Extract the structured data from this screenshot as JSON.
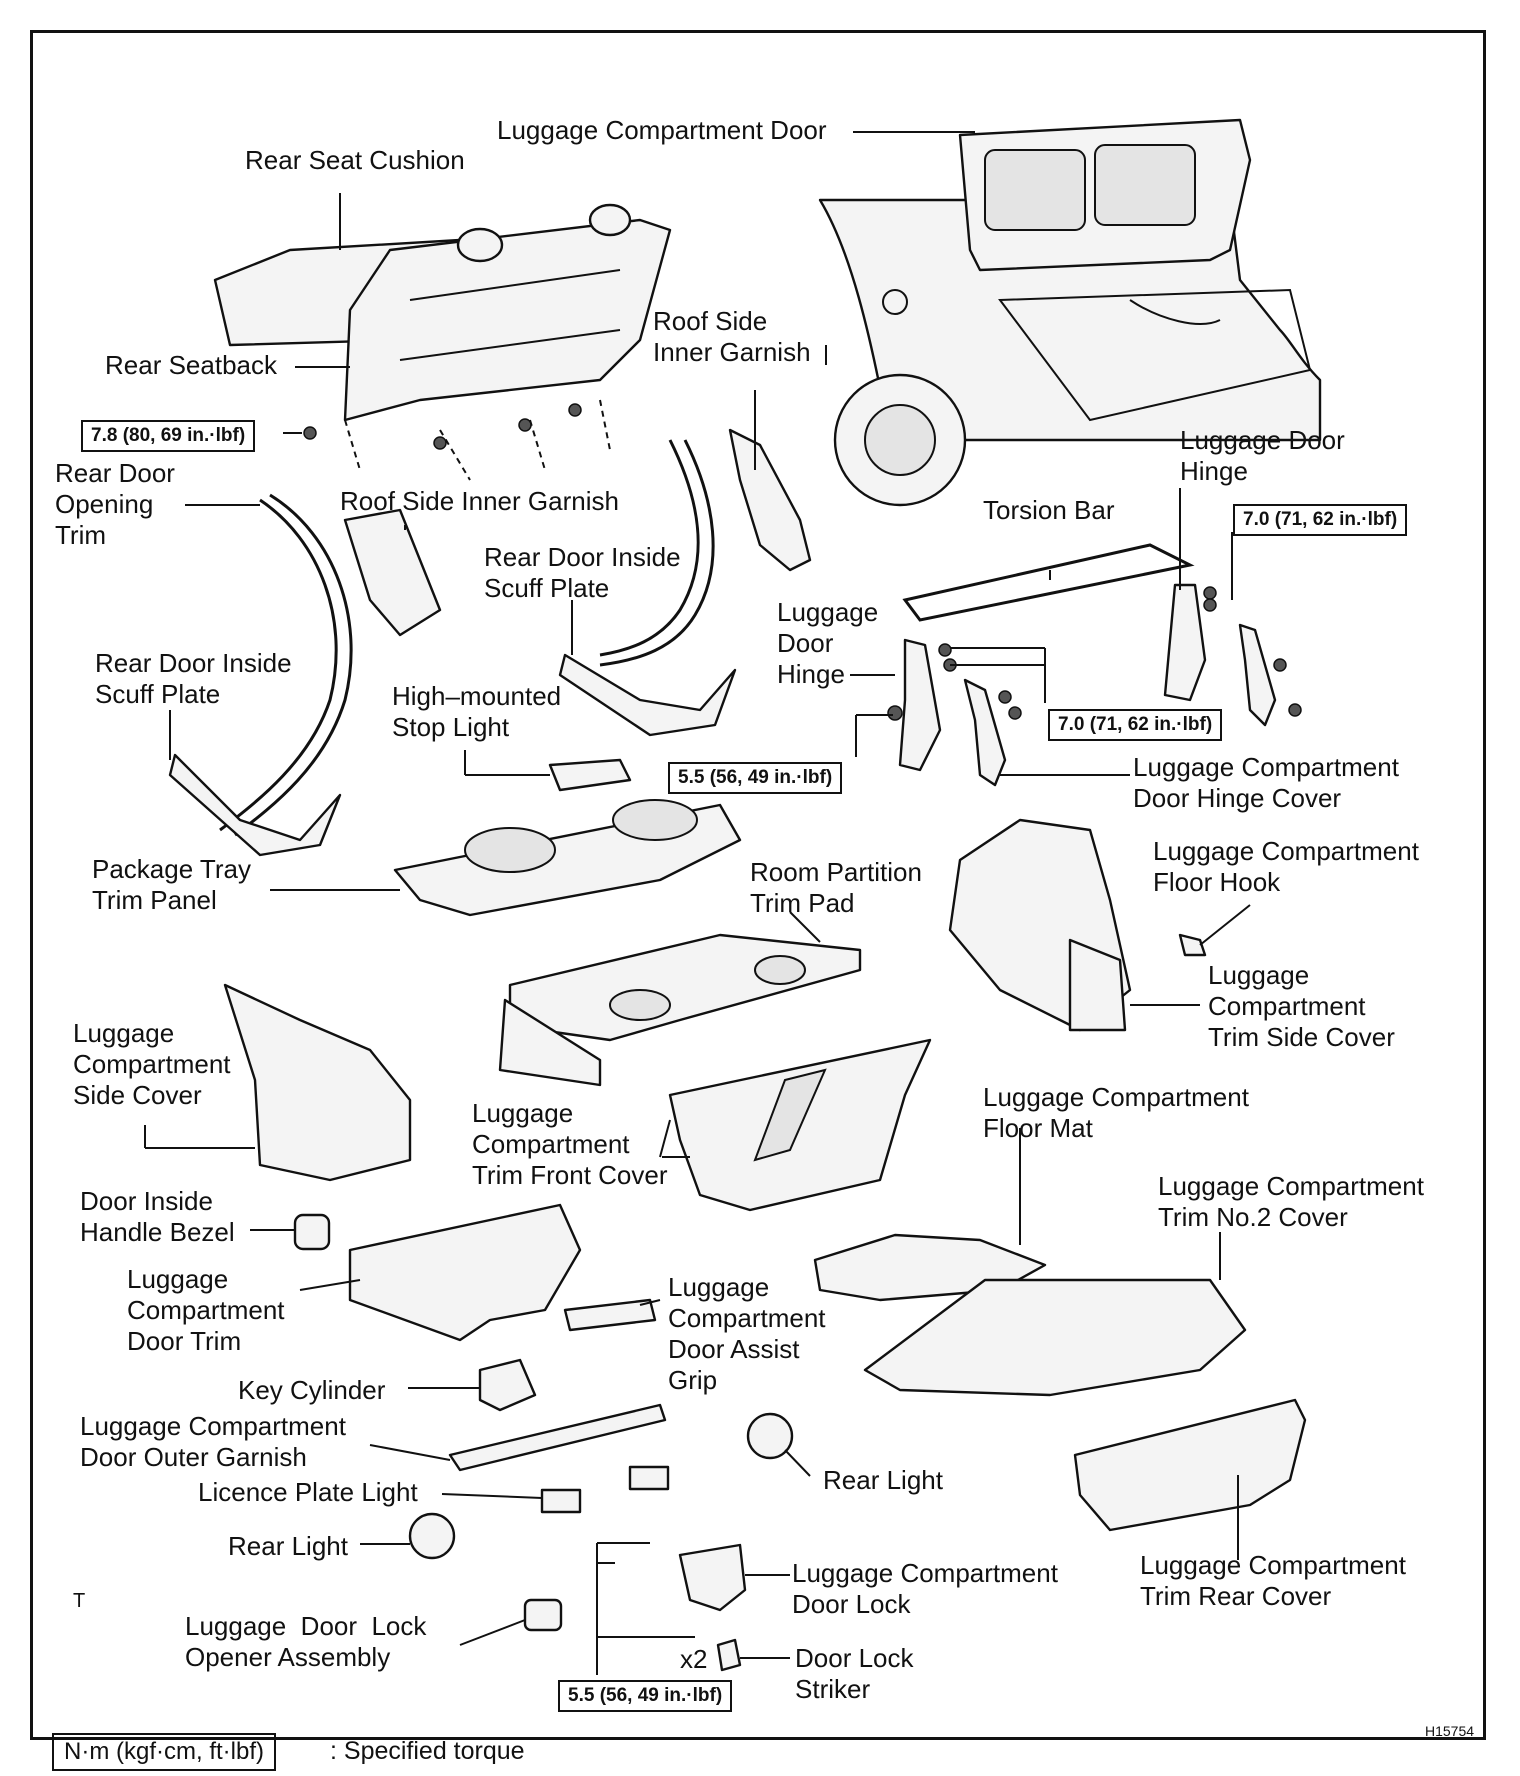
{
  "labels": {
    "luggage_compartment_door": "Luggage Compartment Door",
    "rear_seat_cushion": "Rear Seat Cushion",
    "rear_seatback": "Rear Seatback",
    "roof_side_inner_garnish_right": "Roof Side\nInner Garnish",
    "rear_door_opening_trim": "Rear Door\nOpening\nTrim",
    "roof_side_inner_garnish_left": "Roof Side Inner Garnish",
    "luggage_door_hinge_right": "Luggage Door\nHinge",
    "torsion_bar": "Torsion Bar",
    "rear_door_inside_scuff_plate_right": "Rear Door Inside\nScuff Plate",
    "luggage_door_hinge_left": "Luggage\nDoor\nHinge",
    "rear_door_inside_scuff_plate_left": "Rear Door Inside\nScuff Plate",
    "high_mounted_stop_light": "High–mounted\nStop Light",
    "luggage_compartment_door_hinge_cover": "Luggage Compartment\nDoor Hinge Cover",
    "package_tray_trim_panel": "Package Tray\nTrim Panel",
    "room_partition_trim_pad": "Room Partition\nTrim Pad",
    "luggage_compartment_floor_hook": "Luggage Compartment\nFloor Hook",
    "luggage_compartment_trim_side_cover": "Luggage\nCompartment\nTrim Side Cover",
    "luggage_compartment_side_cover": "Luggage\nCompartment\nSide Cover",
    "luggage_compartment_trim_front_cover": "Luggage\nCompartment\nTrim Front Cover",
    "luggage_compartment_floor_mat": "Luggage Compartment\nFloor Mat",
    "door_inside_handle_bezel": "Door Inside\nHandle Bezel",
    "luggage_compartment_trim_no2_cover": "Luggage Compartment\nTrim No.2 Cover",
    "luggage_compartment_door_trim": "Luggage\nCompartment\nDoor Trim",
    "luggage_compartment_door_assist_grip": "Luggage\nCompartment\nDoor Assist\nGrip",
    "key_cylinder": "Key Cylinder",
    "luggage_compartment_door_outer_garnish": "Luggage Compartment\nDoor Outer Garnish",
    "rear_light_right": "Rear Light",
    "licence_plate_light": "Licence Plate Light",
    "rear_light_left": "Rear Light",
    "luggage_compartment_door_lock": "Luggage Compartment\nDoor Lock",
    "luggage_compartment_trim_rear_cover": "Luggage Compartment\nTrim Rear Cover",
    "luggage_door_lock_opener_assembly": "Luggage  Door  Lock\nOpener Assembly",
    "door_lock_striker": "Door Lock\nStriker",
    "x2": "x2",
    "t_mark": "T"
  },
  "torque": {
    "seatback": "7.8 (80, 69 in.·lbf)",
    "hinge_right": "7.0 (71, 62 in.·lbf)",
    "hinge_middle": "7.0 (71, 62 in.·lbf)",
    "hinge_left": "5.5 (56, 49 in.·lbf)",
    "lock": "5.5 (56, 49 in.·lbf)"
  },
  "legend": {
    "unit": "N·m (kgf·cm, ft·lbf)",
    "text": ": Specified torque"
  },
  "figure_code": "H15754"
}
